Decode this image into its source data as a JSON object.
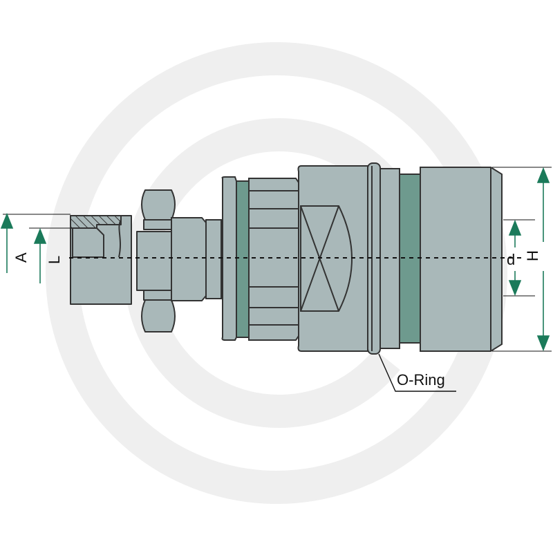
{
  "labels": {
    "dim_a": "A",
    "dim_l": "L",
    "dim_d": "d",
    "dim_h": "H",
    "oring": "O-Ring"
  },
  "colors": {
    "body": "#a9b8b9",
    "groove": "#6e9a8e",
    "arrow": "#1b7a5a",
    "watermark": "#eeeeee"
  },
  "watermark": {
    "icon": "brand-logo-watermark"
  }
}
